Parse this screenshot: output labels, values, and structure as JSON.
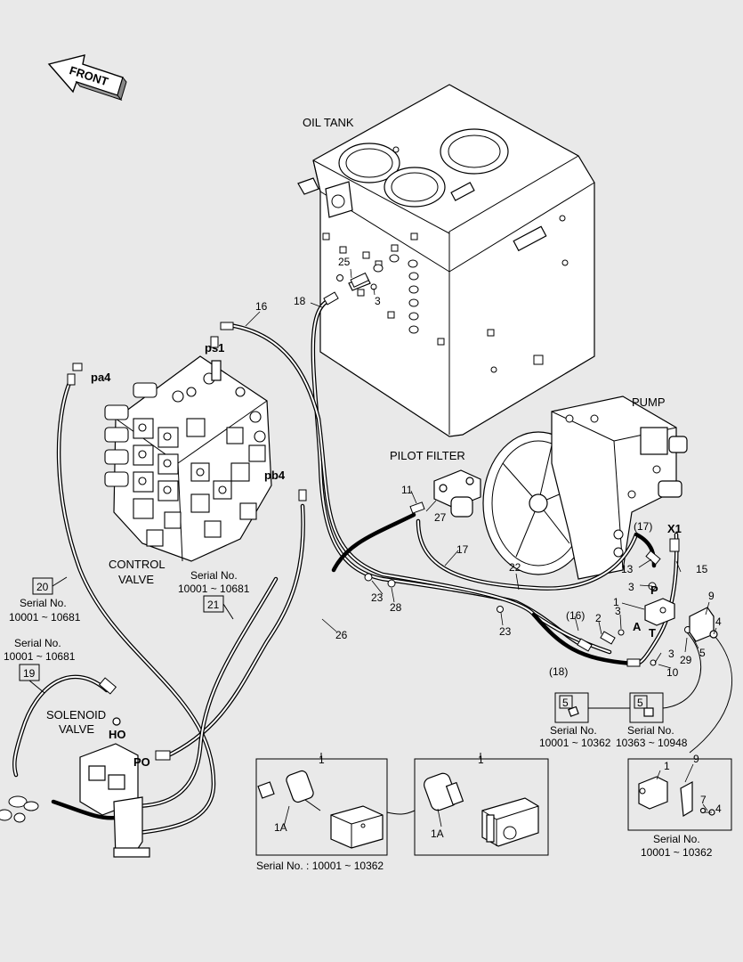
{
  "labels": {
    "front": "FRONT",
    "oil_tank": "OIL TANK",
    "pump": "PUMP",
    "pilot_filter": "PILOT FILTER",
    "control_valve_1": "CONTROL",
    "control_valve_2": "VALVE",
    "solenoid_valve_1": "SOLENOID",
    "solenoid_valve_2": "VALVE",
    "ps1": "ps1",
    "pa4": "pa4",
    "pb4": "pb4",
    "ho": "HO",
    "po": "PO",
    "port_p": "P",
    "port_a": "A",
    "port_t": "T",
    "port_x1": "X1"
  },
  "callouts": {
    "c1a": "1",
    "c1b": "1",
    "c1c": "1",
    "c1d": "1",
    "c1a_sub": "1A",
    "c1b_sub": "1A",
    "c2": "2",
    "c3a": "3",
    "c3b": "3",
    "c3c": "3",
    "c3d": "3",
    "c4a": "4",
    "c4b": "4",
    "c5a": "5",
    "c5b": "5",
    "c5c": "5",
    "c7": "7",
    "c9a": "9",
    "c9b": "9",
    "c10": "10",
    "c11": "11",
    "c13": "13",
    "c15": "15",
    "c16": "16",
    "c16p": "(16)",
    "c17": "17",
    "c17p": "(17)",
    "c18": "18",
    "c18p": "(18)",
    "c19": "19",
    "c20": "20",
    "c21": "21",
    "c22": "22",
    "c23a": "23",
    "c23b": "23",
    "c25": "25",
    "c26": "26",
    "c27": "27",
    "c28": "28",
    "c29": "29"
  },
  "serials": {
    "s20_title": "Serial No.",
    "s20_range": "10001 ~ 10681",
    "s21_title": "Serial No.",
    "s21_range": "10001 ~ 10681",
    "s19_title": "Serial No.",
    "s19_range": "10001 ~ 10681",
    "s5a_title": "Serial No.",
    "s5a_range": "10001 ~ 10362",
    "s5b_title": "Serial No.",
    "s5b_range": "10363 ~ 10948",
    "s9_title": "Serial No.",
    "s9_range": "10001 ~ 10362",
    "detail_left": "Serial No. : 10001 ~ 10362"
  }
}
